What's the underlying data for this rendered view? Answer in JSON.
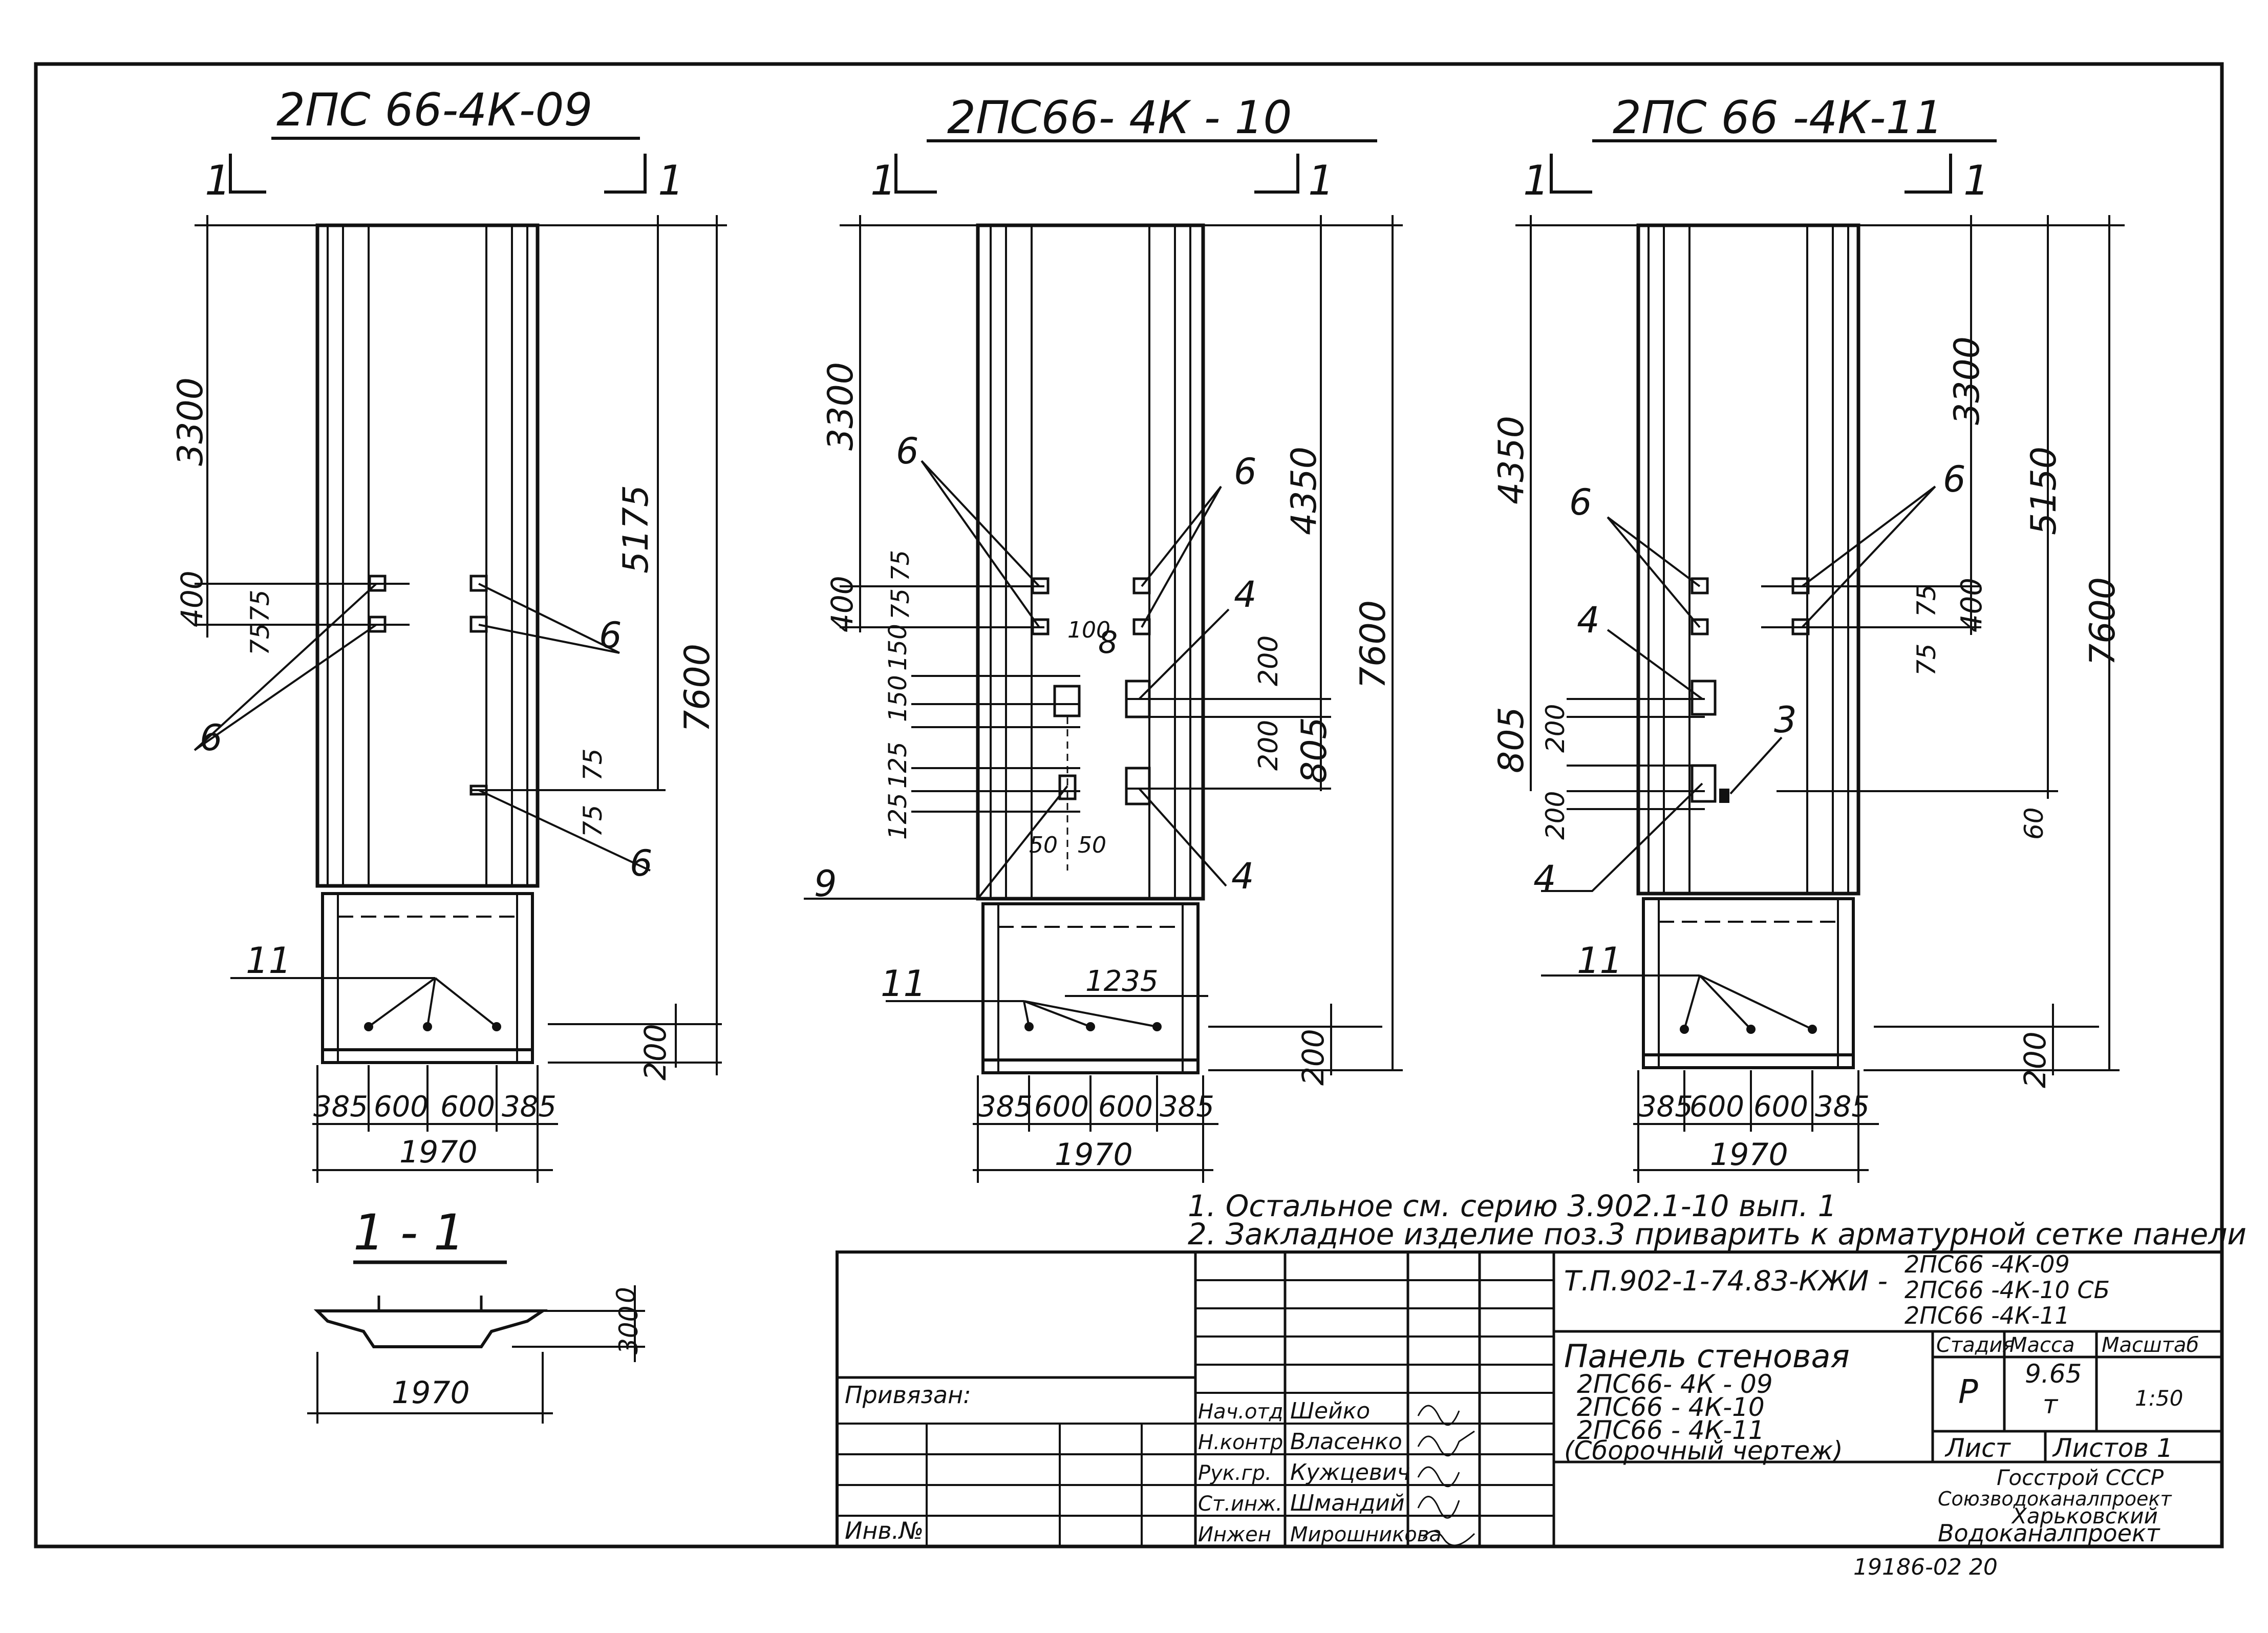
{
  "panels": [
    {
      "title": "2ПС 66-4К-09",
      "section_marks": [
        "1",
        "1"
      ],
      "heights": [
        "3300",
        "5175",
        "7600"
      ],
      "small_dims": [
        "400",
        "75",
        "75",
        "75",
        "75",
        "200"
      ],
      "labels": [
        "6",
        "6",
        "6",
        "11"
      ],
      "bottom_dims": [
        "385",
        "600",
        "600",
        "385"
      ],
      "width": "1970"
    },
    {
      "title": "2ПС66- 4К - 10",
      "section_marks": [
        "1",
        "1"
      ],
      "heights": [
        "3300",
        "4350",
        "805",
        "7600"
      ],
      "small_dims": [
        "400",
        "75",
        "75",
        "150",
        "150",
        "125",
        "125",
        "100",
        "200",
        "200",
        "50",
        "50",
        "200"
      ],
      "labels": [
        "6",
        "6",
        "8",
        "4",
        "4",
        "9",
        "11"
      ],
      "mid_dim": "1235",
      "bottom_dims": [
        "385",
        "600",
        "600",
        "385"
      ],
      "width": "1970"
    },
    {
      "title": "2ПС 66 -4К-11",
      "section_marks": [
        "1",
        "1"
      ],
      "heights": [
        "4350",
        "805",
        "3300",
        "5150",
        "7600"
      ],
      "small_dims": [
        "200",
        "200",
        "75",
        "400",
        "75",
        "60",
        "200"
      ],
      "labels": [
        "6",
        "4",
        "3",
        "4",
        "6",
        "11"
      ],
      "bottom_dims": [
        "385",
        "600",
        "600",
        "385"
      ],
      "width": "1970"
    }
  ],
  "section": {
    "title": "1 - 1",
    "width": "1970",
    "dims": [
      "0",
      "300"
    ]
  },
  "notes": [
    "1. Остальное см. серию 3.902.1-10 вып. 1",
    "2. Закладное изделие поз.3 приварить к арматурной сетке панели"
  ],
  "title_block": {
    "code": "Т.П.902-1-74.83-КЖИ -",
    "code_items": [
      "2ПС66 -4К-09",
      "2ПС66 -4К-10 СБ",
      "2ПС66 -4К-11"
    ],
    "name_lines": [
      "Панель стеновая",
      "2ПС66- 4К - 09",
      "2ПС66 - 4К-10",
      "2ПС66 - 4К-11",
      "(Сборочный чертеж)"
    ],
    "headers": [
      "Стадия",
      "Масса",
      "Масштаб"
    ],
    "stage": "Р",
    "mass": "9.65",
    "mass_unit": "т",
    "scale": "1:50",
    "sheet_label": "Лист",
    "sheets_label": "Листов 1",
    "org_lines": [
      "Госстрой СССР",
      "Союзводоканалпроект",
      "Харьковский",
      "Водоканалпроект"
    ],
    "bound_label": "Привязан:",
    "inv_label": "Инв.№",
    "staff": [
      {
        "role": "Нач.отд",
        "name": "Шейко"
      },
      {
        "role": "Н.контр",
        "name": "Власенко"
      },
      {
        "role": "Рук.гр.",
        "name": "Кужцевич"
      },
      {
        "role": "Ст.инж.",
        "name": "Шмандий"
      },
      {
        "role": "Инжен",
        "name": "Мирошникова"
      }
    ]
  },
  "stamp": "19186-02   20"
}
